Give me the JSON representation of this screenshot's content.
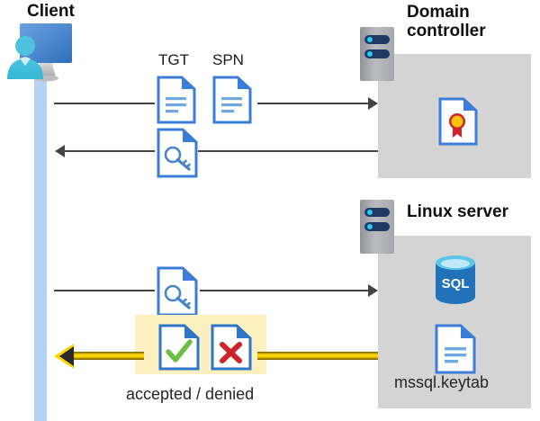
{
  "diagram": {
    "title": "Kerberos authentication flow between Client, Domain controller and Linux server",
    "colors": {
      "lifeline": "#b5d3f0",
      "zone_box": "#d4d4d4",
      "highlight_box": "#fdf0c0",
      "arrow_gray": "#434343",
      "arrow_yellow": "#ffd400",
      "doc_blue": "#3b7dd8",
      "sql_blue": "#2272b9",
      "accept_green": "#6dbe45",
      "deny_red": "#c9252d",
      "cert_gold": "#ffc20e",
      "cert_red": "#cc2229"
    }
  },
  "client": {
    "title": "Client",
    "icon": "user-monitor-icon",
    "lifeline": "client-lifeline"
  },
  "domain_controller": {
    "title_line1": "Domain",
    "title_line2": "controller",
    "server_icon": "server-rack-icon",
    "contents": [
      {
        "icon": "certificate-document-icon",
        "label": ""
      }
    ]
  },
  "linux_server": {
    "title": "Linux server",
    "server_icon": "server-rack-icon",
    "contents": [
      {
        "icon": "sql-database-icon",
        "label": "SQL"
      },
      {
        "icon": "keytab-document-icon",
        "label": "mssql.keytab"
      }
    ]
  },
  "messages": [
    {
      "id": "msg-tgt-spn-request",
      "direction": "right",
      "from": "client",
      "to": "domain_controller",
      "artifacts": [
        {
          "label": "TGT",
          "icon": "document-lines-icon"
        },
        {
          "label": "SPN",
          "icon": "document-lines-icon"
        }
      ]
    },
    {
      "id": "msg-service-ticket-reply",
      "direction": "left",
      "from": "domain_controller",
      "to": "client",
      "artifacts": [
        {
          "label": "",
          "icon": "document-key-icon"
        }
      ]
    },
    {
      "id": "msg-service-ticket-present",
      "direction": "right",
      "from": "client",
      "to": "linux_server",
      "artifacts": [
        {
          "label": "",
          "icon": "document-key-icon"
        }
      ]
    },
    {
      "id": "msg-auth-result",
      "direction": "left",
      "from": "linux_server",
      "to": "client",
      "highlighted": true,
      "result_label": "accepted / denied",
      "artifacts": [
        {
          "label": "accepted",
          "icon": "document-check-icon"
        },
        {
          "label": "denied",
          "icon": "document-cross-icon"
        }
      ]
    }
  ]
}
